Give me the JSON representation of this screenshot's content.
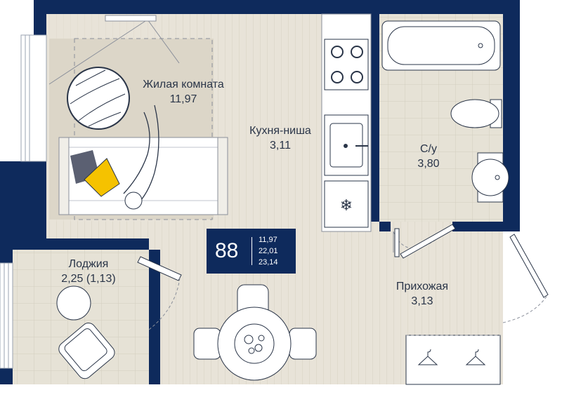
{
  "rooms": {
    "living": {
      "name": "Жилая комната",
      "area": "11,97"
    },
    "kitchen": {
      "name": "Кухня-ниша",
      "area": "3,11"
    },
    "bathroom": {
      "name": "С/у",
      "area": "3,80"
    },
    "loggia": {
      "name": "Лоджия",
      "area": "2,25 (1,13)"
    },
    "hallway": {
      "name": "Прихожая",
      "area": "3,13"
    }
  },
  "unit": {
    "number": "88",
    "areas": {
      "living": "11,97",
      "total": "22,01",
      "total_with_loggia": "23,14"
    }
  },
  "colors": {
    "wall": "#0e2a5c",
    "floor_wood": "#e8e3d8",
    "floor_tile": "#e6e2d6",
    "rug": "#dcd6c8",
    "text": "#2a3548",
    "pillow_accent": "#f5c200",
    "pillow_grey": "#5b6072"
  }
}
